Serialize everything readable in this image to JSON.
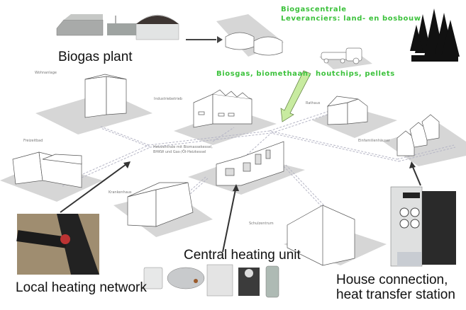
{
  "title": "Biogas and biomass district heating concept",
  "labels": {
    "biogas_plant": "Biogas plant",
    "local_heating_network": "Local heating network",
    "central_heating_unit": "Central heating unit",
    "house_connection_line1": "House connection,",
    "house_connection_line2": "heat transfer station"
  },
  "green_labels": {
    "biogascentrale": "Biogascentrale",
    "leveranciers": "Leveranciers: land- en bosbouw",
    "biosgas": "Biosgas, biomethaan,",
    "houtchips": "houtchips, pellets"
  },
  "building_labels": {
    "wohnanlage": "Wohnanlage",
    "industriebetrieb": "Industriebetrieb",
    "rathaus": "Rathaus",
    "einfamilienhaeuser": "Einfamilienhäuser",
    "freizeitbad": "Freizeitbad",
    "heizzentrale_line1": "Heizzentrale mit Biomassekessel,",
    "heizzentrale_line2": "BHKW und Gas-/Öl-Heizkessel",
    "krankenhaus": "Krankenhaus",
    "schulzentrum": "Schulzentrum"
  },
  "colors": {
    "green_text": "#3cc23c",
    "arrow_fill": "#c8eba0",
    "arrow_stroke": "#5a7a3a",
    "ground": "#d4d4d4",
    "pipe": "#b8b8c8"
  }
}
